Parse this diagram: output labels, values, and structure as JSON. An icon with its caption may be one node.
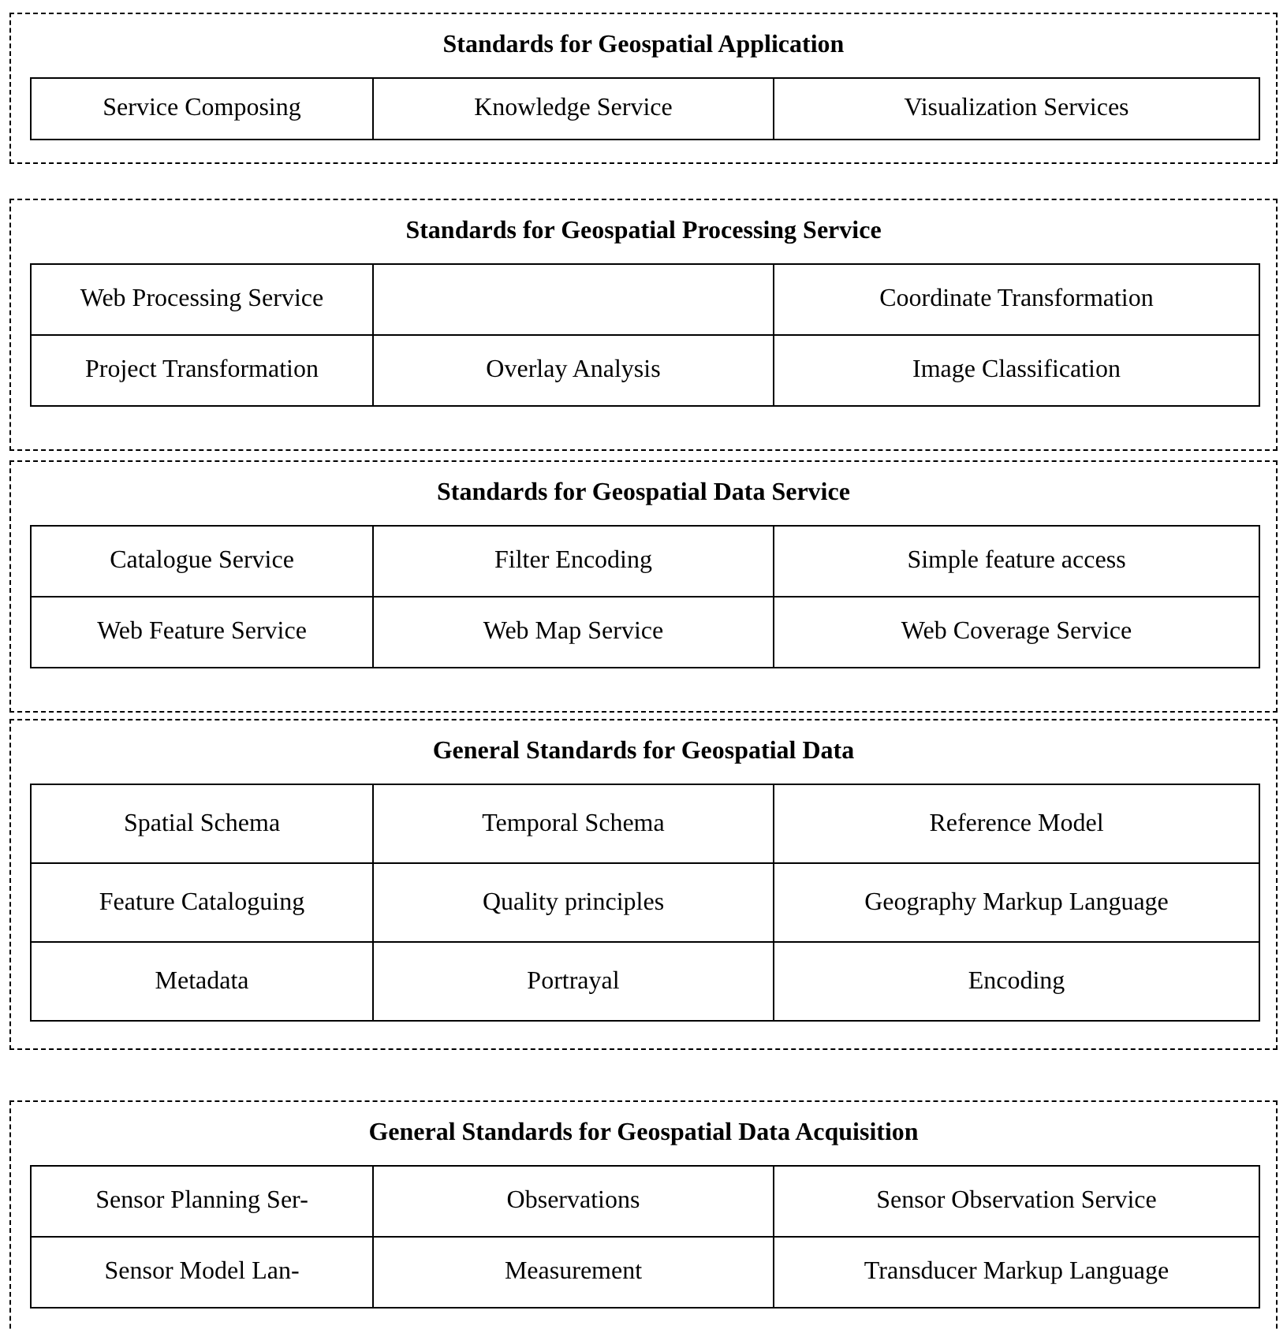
{
  "diagram": {
    "nodes": [
      {
        "text": [
          "Standards for Geospatial Application"
        ]
      },
      {
        "text": [
          "Service Composing"
        ],
        "in": 0
      },
      {
        "text": [
          "Knowledge Service"
        ],
        "in": 0
      },
      {
        "text": [
          "Visualization Services"
        ],
        "in": 0
      },
      {
        "text": [
          "Standards for Geospatial Processing Service"
        ]
      },
      {
        "text": [
          "Web Processing Service"
        ],
        "in": 4
      },
      {
        "text": [],
        "shape": "box",
        "in": 4
      },
      {
        "text": [
          "Coordinate Transformation"
        ],
        "in": 4
      },
      {
        "text": [
          "Project Transformation"
        ],
        "in": 4
      },
      {
        "text": [
          "Overlay Analysis"
        ],
        "in": 4
      },
      {
        "text": [
          "Image Classification"
        ],
        "in": 4
      },
      {
        "text": [
          "Standards for Geospatial Data Service"
        ]
      },
      {
        "text": [
          "Catalogue Service"
        ],
        "in": 11
      },
      {
        "text": [
          "Filter Encoding"
        ],
        "in": 11
      },
      {
        "text": [
          "Simple feature access"
        ],
        "in": 11
      },
      {
        "text": [
          "Web Feature Service"
        ],
        "in": 11
      },
      {
        "text": [
          "Web Map Service"
        ],
        "in": 11
      },
      {
        "text": [
          "Web Coverage Service"
        ],
        "in": 11
      },
      {
        "text": [
          "General Standards for Geospatial Data"
        ]
      },
      {
        "text": [
          "Spatial Schema"
        ],
        "in": 18
      },
      {
        "text": [
          "Temporal Schema"
        ],
        "in": 18
      },
      {
        "text": [
          "Reference Model"
        ],
        "in": 18
      },
      {
        "text": [
          "Feature Cataloguing"
        ],
        "in": 18
      },
      {
        "text": [
          "Quality principles"
        ],
        "in": 18
      },
      {
        "text": [
          "Geography Markup Language"
        ],
        "in": 18
      },
      {
        "text": [
          "Metadata"
        ],
        "in": 18
      },
      {
        "text": [
          "Portrayal"
        ],
        "in": 18
      },
      {
        "text": [
          "Encoding"
        ],
        "in": 18
      },
      {
        "text": [
          "General Standards for Geospatial Data Acquisition"
        ]
      },
      {
        "text": [
          "Sensor Planning Ser-"
        ],
        "in": 28
      },
      {
        "text": [
          "Observations"
        ],
        "in": 28
      },
      {
        "text": [
          "Sensor Observation Service"
        ],
        "in": 28
      },
      {
        "text": [
          "Sensor Model Lan-"
        ],
        "in": 28
      },
      {
        "text": [
          "Measurement"
        ],
        "in": 28
      },
      {
        "text": [
          "Transducer Markup Language"
        ],
        "in": 28
      }
    ],
    "edges": []
  }
}
